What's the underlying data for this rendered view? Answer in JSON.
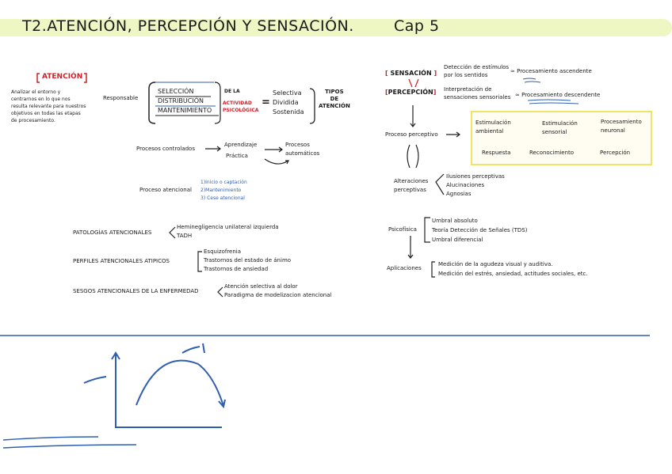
{
  "header": {
    "title": "T2.ATENCIÓN, PERCEPCIÓN Y SENSACIÓN.",
    "chapter": "Cap 5"
  },
  "left": {
    "atencion_title": "ATENCIÓN",
    "atencion_desc": [
      "Analizar el entorno y",
      "centrarnos en lo que nos",
      "resulta relevante para nuestros",
      "objetivos en todas las etapas",
      "de procesamiento."
    ],
    "responsable": "Responsable",
    "list": [
      "SELECCIÓN",
      "DISTRIBUCIÓN",
      "MANTENIMIENTO"
    ],
    "de_la": "DE LA",
    "actividad": [
      "ACTIVIDAD",
      "PSICOLÓGICA"
    ],
    "equals": "=",
    "types": [
      "Selectiva",
      "Dividida",
      "Sostenida"
    ],
    "tipos_title": [
      "TIPOS",
      "DE",
      "ATENCIÓN"
    ],
    "procesos_controlados": "Procesos controlados",
    "aprendizaje": "Aprendizaje",
    "practica": "Práctica",
    "procesos_auto": [
      "Procesos",
      "automáticos"
    ],
    "proceso_atencional": "Proceso atencional",
    "proceso_steps": [
      "1)Inicio o captación",
      "2)Mantenimiento",
      "3) Cese atencional"
    ],
    "patologias": "PATOLOGÍAS ATENCIONALES",
    "patologias_items": [
      "Heminegligencia unilateral izquierda",
      "TADH"
    ],
    "perfiles": "PERFILES ATENCIONALES ATIPICOS",
    "perfiles_items": [
      "Esquizofrenia",
      "Trastornos del estado de ánimo",
      "Trastornos de ansiedad"
    ],
    "sesgos": "SESGOS ATENCIONALES DE LA ENFERMEDAD",
    "sesgos_items": [
      "Atención selectiva al dolor",
      "Paradigma de modelizacion atencional"
    ]
  },
  "right": {
    "sensacion": "SENSACIÓN",
    "sensacion_desc": [
      "Detección de estímulos",
      "por los sentidos"
    ],
    "percepcion": "PERCEPCIÓN",
    "percepcion_desc": [
      "Interpretación de",
      "sensaciones sensoriales"
    ],
    "proc_ascendente": "Procesamiento ascendente",
    "proc_descendente": "Procesamiento descendente",
    "proceso_perceptivo": "Proceso perceptivo",
    "box": {
      "estim_ambiental": [
        "Estimulación",
        "ambiental"
      ],
      "estim_sensorial": [
        "Estimulación",
        "sensorial"
      ],
      "proc_neuronal": [
        "Procesamiento",
        "neuronal"
      ],
      "respuesta": "Respuesta",
      "reconocimiento": "Reconocimiento",
      "percepcion": "Percepción"
    },
    "alteraciones": [
      "Alteraciones",
      "perceptivas"
    ],
    "alteraciones_items": [
      "Ilusiones perceptivas",
      "Alucinaciones",
      "Agnosias"
    ],
    "psicofisica": "Psicofísica",
    "psicofisica_items": [
      "Umbral absoluto",
      "Teoría Detección de Señales (TDS)",
      "Umbral diferencial"
    ],
    "aplicaciones": "Aplicaciones",
    "aplicaciones_items": [
      "Medición de la agudeza visual y auditiva.",
      "Medición del estrés, ansiedad, actitudes sociales, etc."
    ]
  },
  "colors": {
    "highlight": "#eef6c4",
    "red": "#d0202a",
    "blue": "#2f5fae",
    "box_border": "#efe36a"
  }
}
